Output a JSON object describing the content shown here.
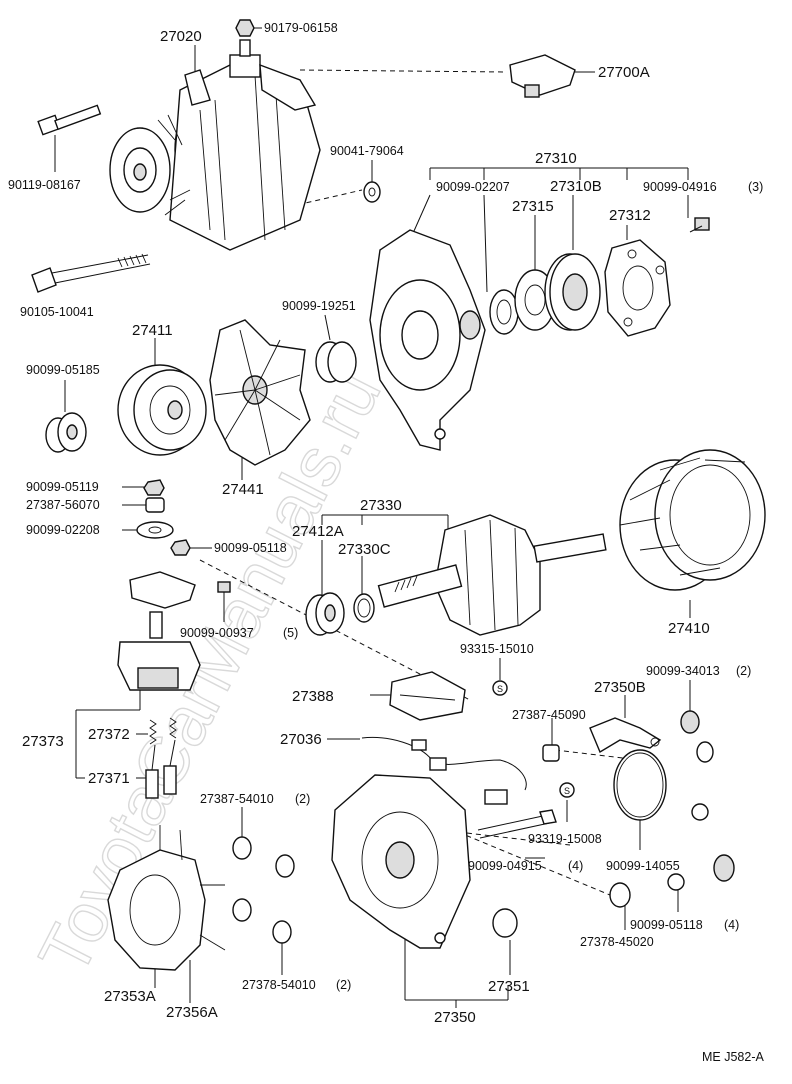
{
  "watermark": "ToyotaCarManuals.ru",
  "footer_code": "ME J582-A",
  "labels": {
    "l27020": "27020",
    "l90179_06158": "90179-06158",
    "l27700A": "27700A",
    "l90119_08167": "90119-08167",
    "l90041_79064": "90041-79064",
    "l27310": "27310",
    "l90099_02207": "90099-02207",
    "l27310B": "27310B",
    "l90099_04916": "90099-04916",
    "q90099_04916": "(3)",
    "l27315": "27315",
    "l27312": "27312",
    "l90105_10041": "90105-10041",
    "l90099_19251": "90099-19251",
    "l27411": "27411",
    "l90099_05185": "90099-05185",
    "l27441": "27441",
    "l90099_05119": "90099-05119",
    "l27387_56070": "27387-56070",
    "l90099_02208": "90099-02208",
    "l90099_05118a": "90099-05118",
    "l27330": "27330",
    "l27412A": "27412A",
    "l27330C": "27330C",
    "l90099_00937": "90099-00937",
    "q90099_00937": "(5)",
    "l27410": "27410",
    "l93315_15010": "93315-15010",
    "l90099_34013": "90099-34013",
    "q90099_34013": "(2)",
    "l27388": "27388",
    "l27350B": "27350B",
    "l27373": "27373",
    "l27372": "27372",
    "l27387_45090": "27387-45090",
    "l27036": "27036",
    "l27371": "27371",
    "l27387_54010": "27387-54010",
    "q27387_54010": "(2)",
    "l93319_15008": "93319-15008",
    "l90099_04915": "90099-04915",
    "q90099_04915": "(4)",
    "l90099_14055": "90099-14055",
    "l90099_05118b": "90099-05118",
    "q90099_05118b": "(4)",
    "l27378_45020": "27378-45020",
    "l27378_54010": "27378-54010",
    "q27378_54010": "(2)",
    "l27351": "27351",
    "l27353A": "27353A",
    "l27356A": "27356A",
    "l27350": "27350",
    "s_marker_1": "S",
    "s_marker_2": "S"
  }
}
